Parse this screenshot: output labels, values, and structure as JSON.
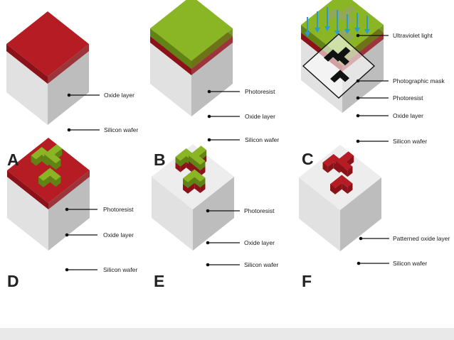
{
  "colors": {
    "oxide_top": "#b51c24",
    "oxide_front": "#8a1218",
    "resist_top": "#8ab524",
    "resist_front": "#5f8415",
    "wafer_top": "#ededed",
    "wafer_left": "#e1e1e1",
    "wafer_right": "#bdbdbd",
    "uv_arrow": "#2a9ad6",
    "footer_bar": "#e9e9e9"
  },
  "panels": [
    {
      "id": "A",
      "letter": "A",
      "labels": [
        {
          "text": "Oxide layer"
        },
        {
          "text": "Silicon wafer"
        }
      ]
    },
    {
      "id": "B",
      "letter": "B",
      "labels": [
        {
          "text": "Photoresist"
        },
        {
          "text": "Oxide layer"
        },
        {
          "text": "Silicon wafer"
        }
      ]
    },
    {
      "id": "C",
      "letter": "C",
      "labels": [
        {
          "text": "Ultraviolet light"
        },
        {
          "text": "Photographic mask"
        },
        {
          "text": "Photoresist"
        },
        {
          "text": "Oxide layer"
        },
        {
          "text": "Silicon wafer"
        }
      ]
    },
    {
      "id": "D",
      "letter": "D",
      "labels": [
        {
          "text": "Photoresist"
        },
        {
          "text": "Oxide layer"
        },
        {
          "text": "Silicon wafer"
        }
      ]
    },
    {
      "id": "E",
      "letter": "E",
      "labels": [
        {
          "text": "Photoresist"
        },
        {
          "text": "Oxide layer"
        },
        {
          "text": "Silicon wafer"
        }
      ]
    },
    {
      "id": "F",
      "letter": "F",
      "labels": [
        {
          "text": "Patterned oxide layer"
        },
        {
          "text": "Silicon wafer"
        }
      ]
    }
  ]
}
